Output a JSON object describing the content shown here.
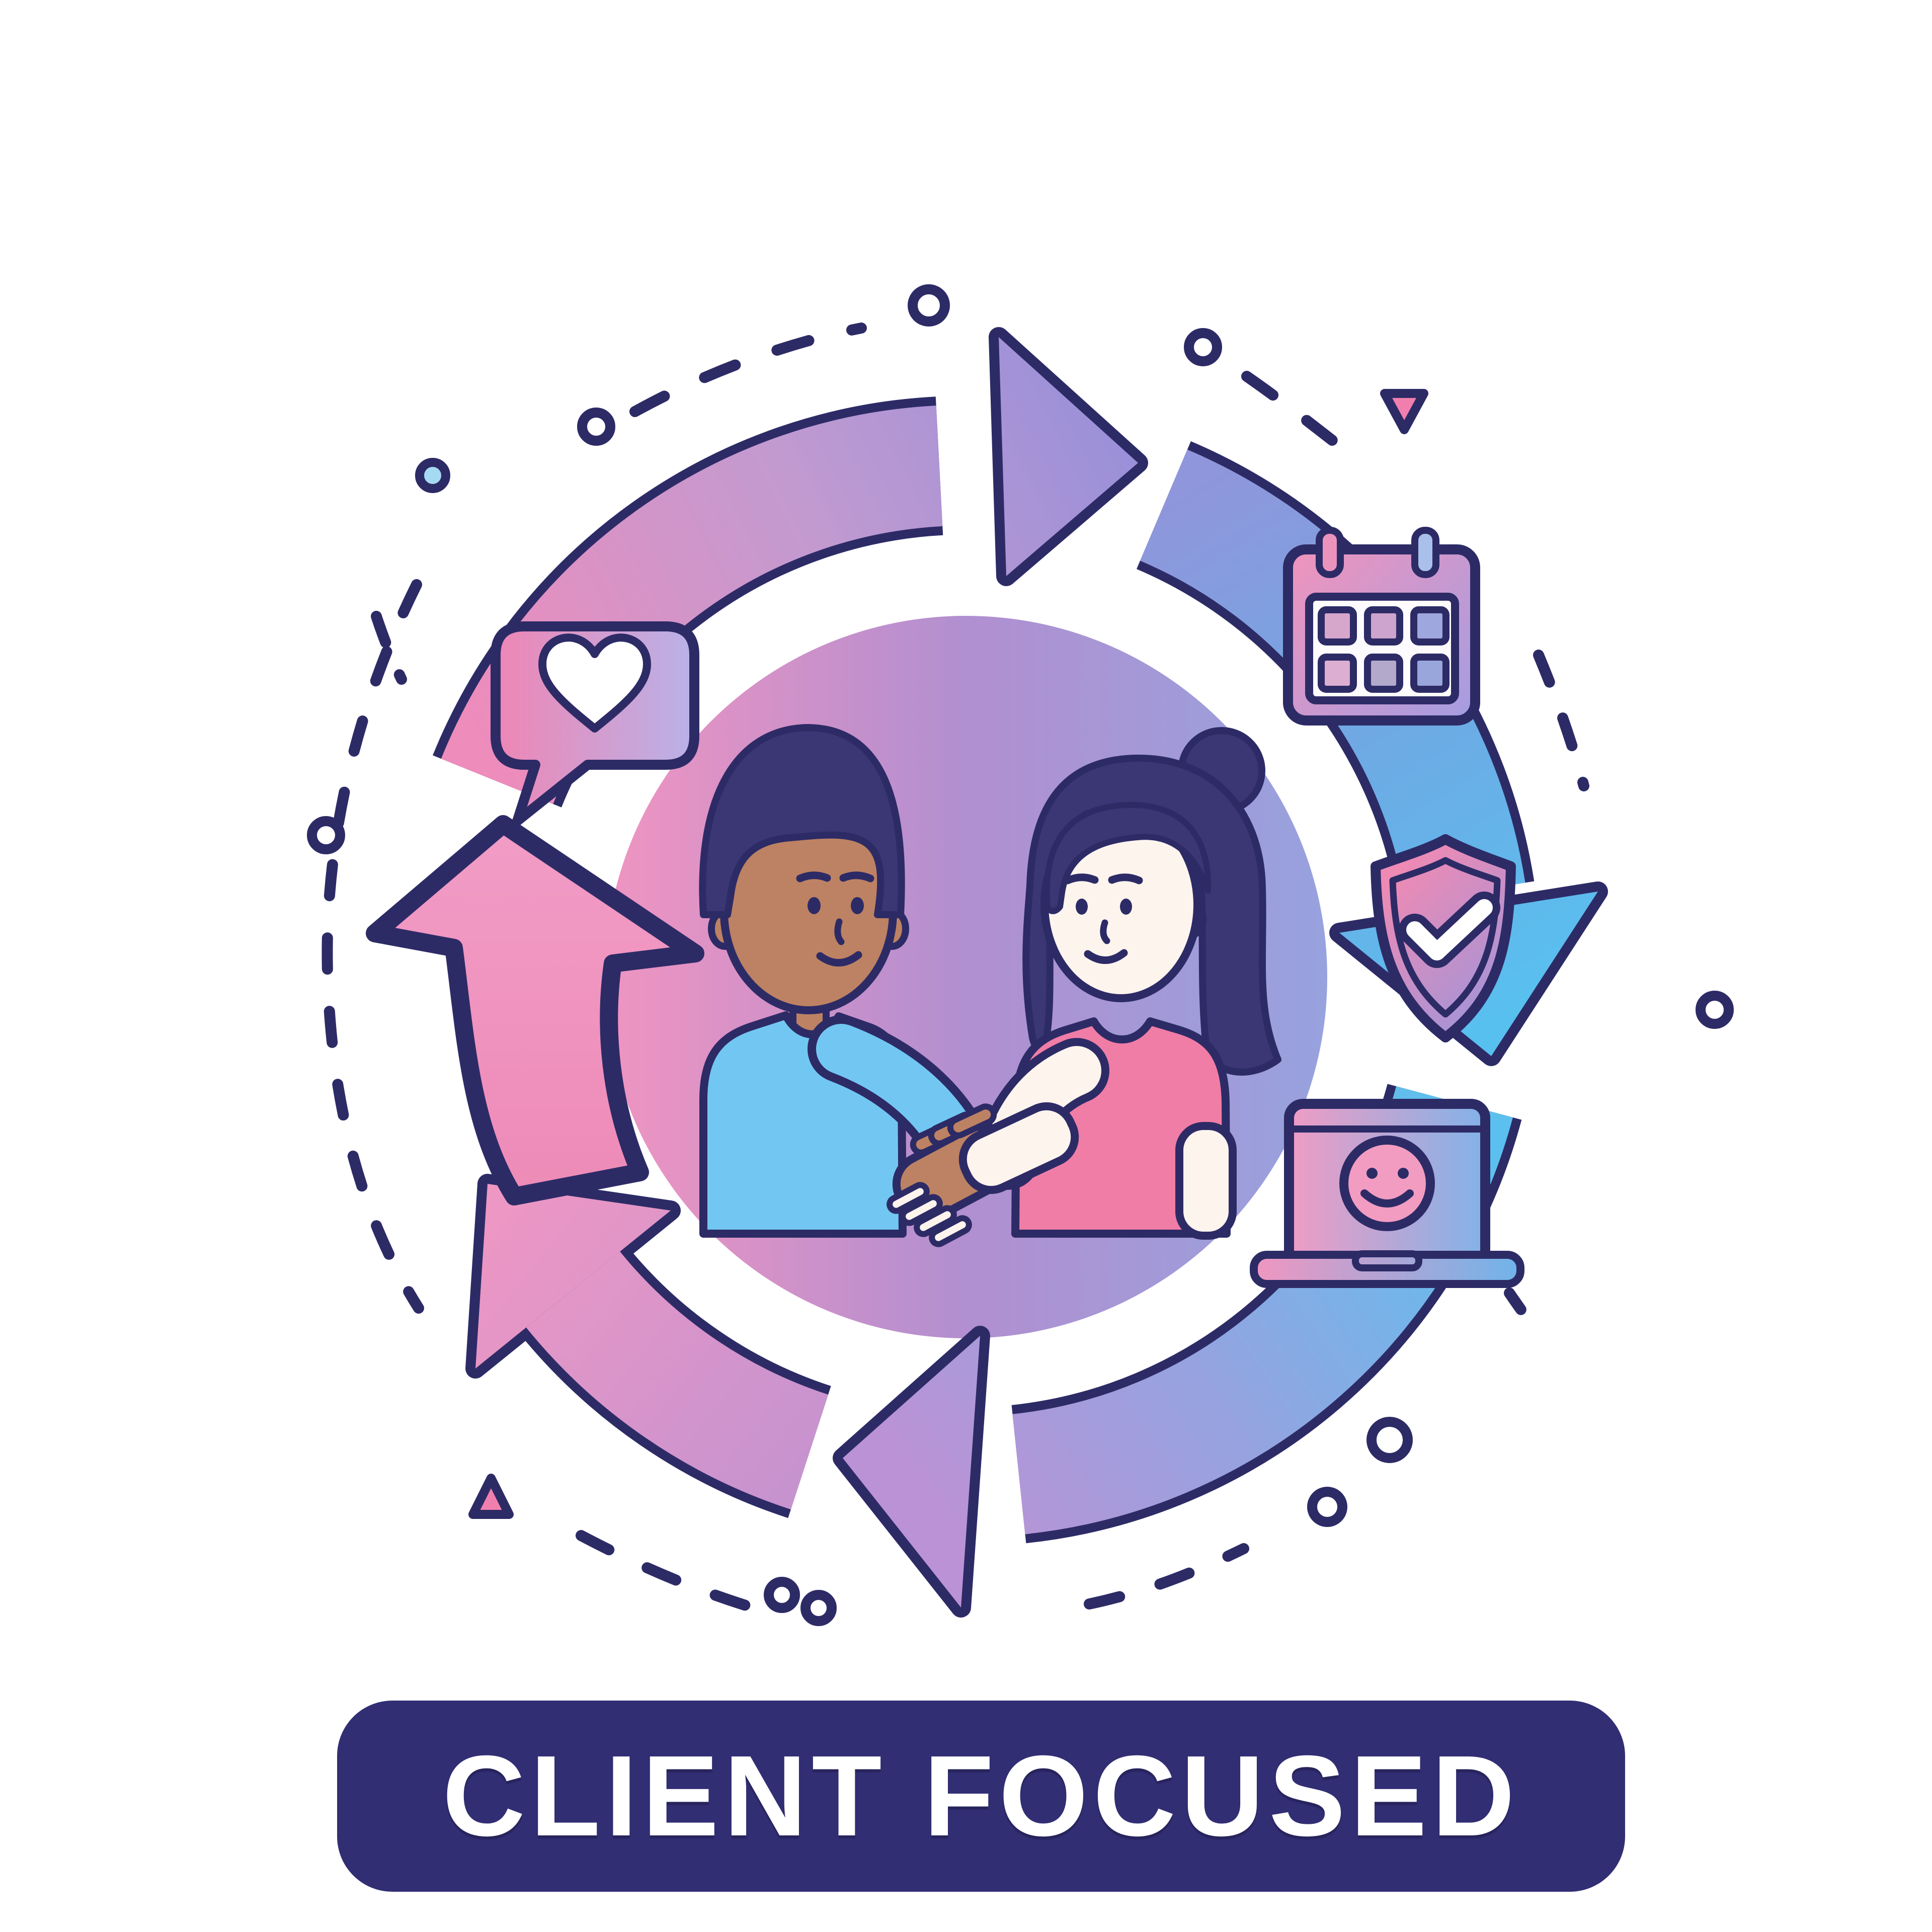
{
  "title": {
    "label": "CLIENT FOCUSED",
    "banner_color": "#322e74",
    "text_color": "#ffffff"
  },
  "illustration": {
    "center_scene": "two people shaking hands inside gradient circle",
    "people": [
      {
        "role": "man",
        "shirt_color": "#72c7f2",
        "skin_color": "#bd8263",
        "hair_color": "#3a3774"
      },
      {
        "role": "woman",
        "shirt_color": "#f07da6",
        "skin_color": "#fdf4ee",
        "hair_color": "#3a3774"
      }
    ],
    "cycle_icons": [
      {
        "name": "heart-message-icon"
      },
      {
        "name": "calendar-icon"
      },
      {
        "name": "shield-check-icon"
      },
      {
        "name": "laptop-smiley-icon"
      }
    ],
    "arrows": [
      "top-arrow",
      "right-arrow",
      "bottom-right-arrow",
      "bottom-left-arrow",
      "left-up-arrow"
    ],
    "colors": {
      "outline": "#2d2b66",
      "pink": "#ef8ab7",
      "purple": "#9b90d8",
      "blue": "#5cc0ee",
      "light_blue_dot": "#a6daf3",
      "circle_gradient": [
        "#f094c1",
        "#97a2de"
      ]
    }
  }
}
